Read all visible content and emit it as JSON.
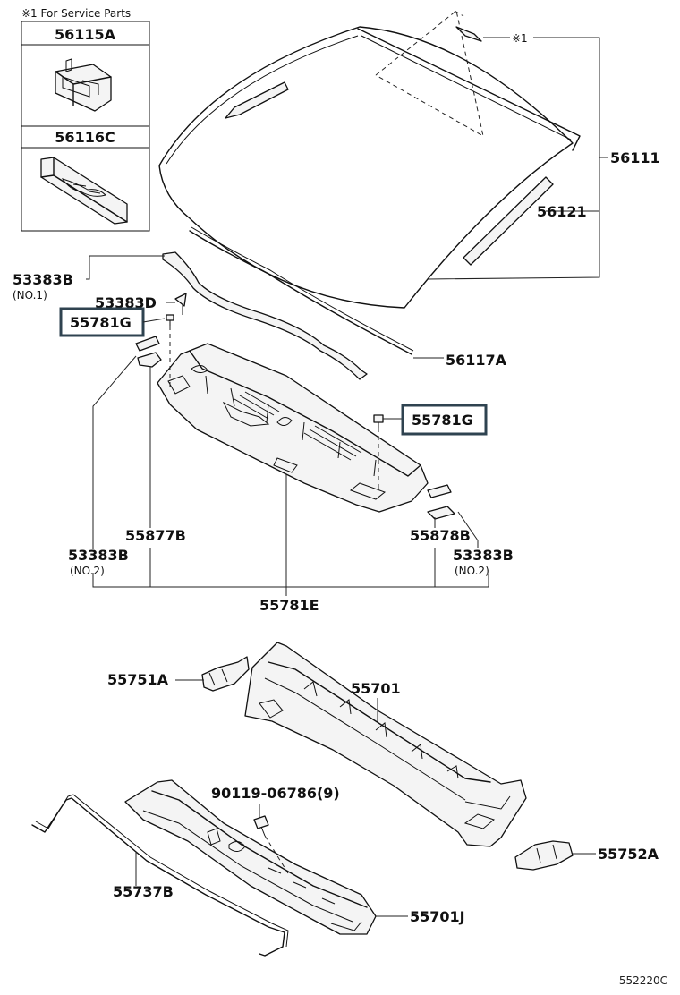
{
  "service_note": "※1 For Service Parts",
  "service_parts": [
    "56115A",
    "56116C"
  ],
  "labels": {
    "ref_mark": "※1",
    "p56111": "56111",
    "p56121": "56121",
    "p53383B_top": "53383B",
    "p53383B_top_sub": "(NO.1)",
    "p53383D": "53383D",
    "p55781G_left": "55781G",
    "p55781G_right": "55781G",
    "p56117A": "56117A",
    "p55877B": "55877B",
    "p55878B": "55878B",
    "p53383B_left": "53383B",
    "p53383B_left_sub": "(NO.2)",
    "p53383B_right": "53383B",
    "p53383B_right_sub": "(NO.2)",
    "p55781E": "55781E",
    "p55751A": "55751A",
    "p55701": "55701",
    "p90119": "90119-06786(9)",
    "p55752A": "55752A",
    "p55737B": "55737B",
    "p55701J": "55701J"
  },
  "diagram_code": "552220C",
  "highlighted_parts": [
    "55781G"
  ],
  "highlight_color": "#2f4350"
}
